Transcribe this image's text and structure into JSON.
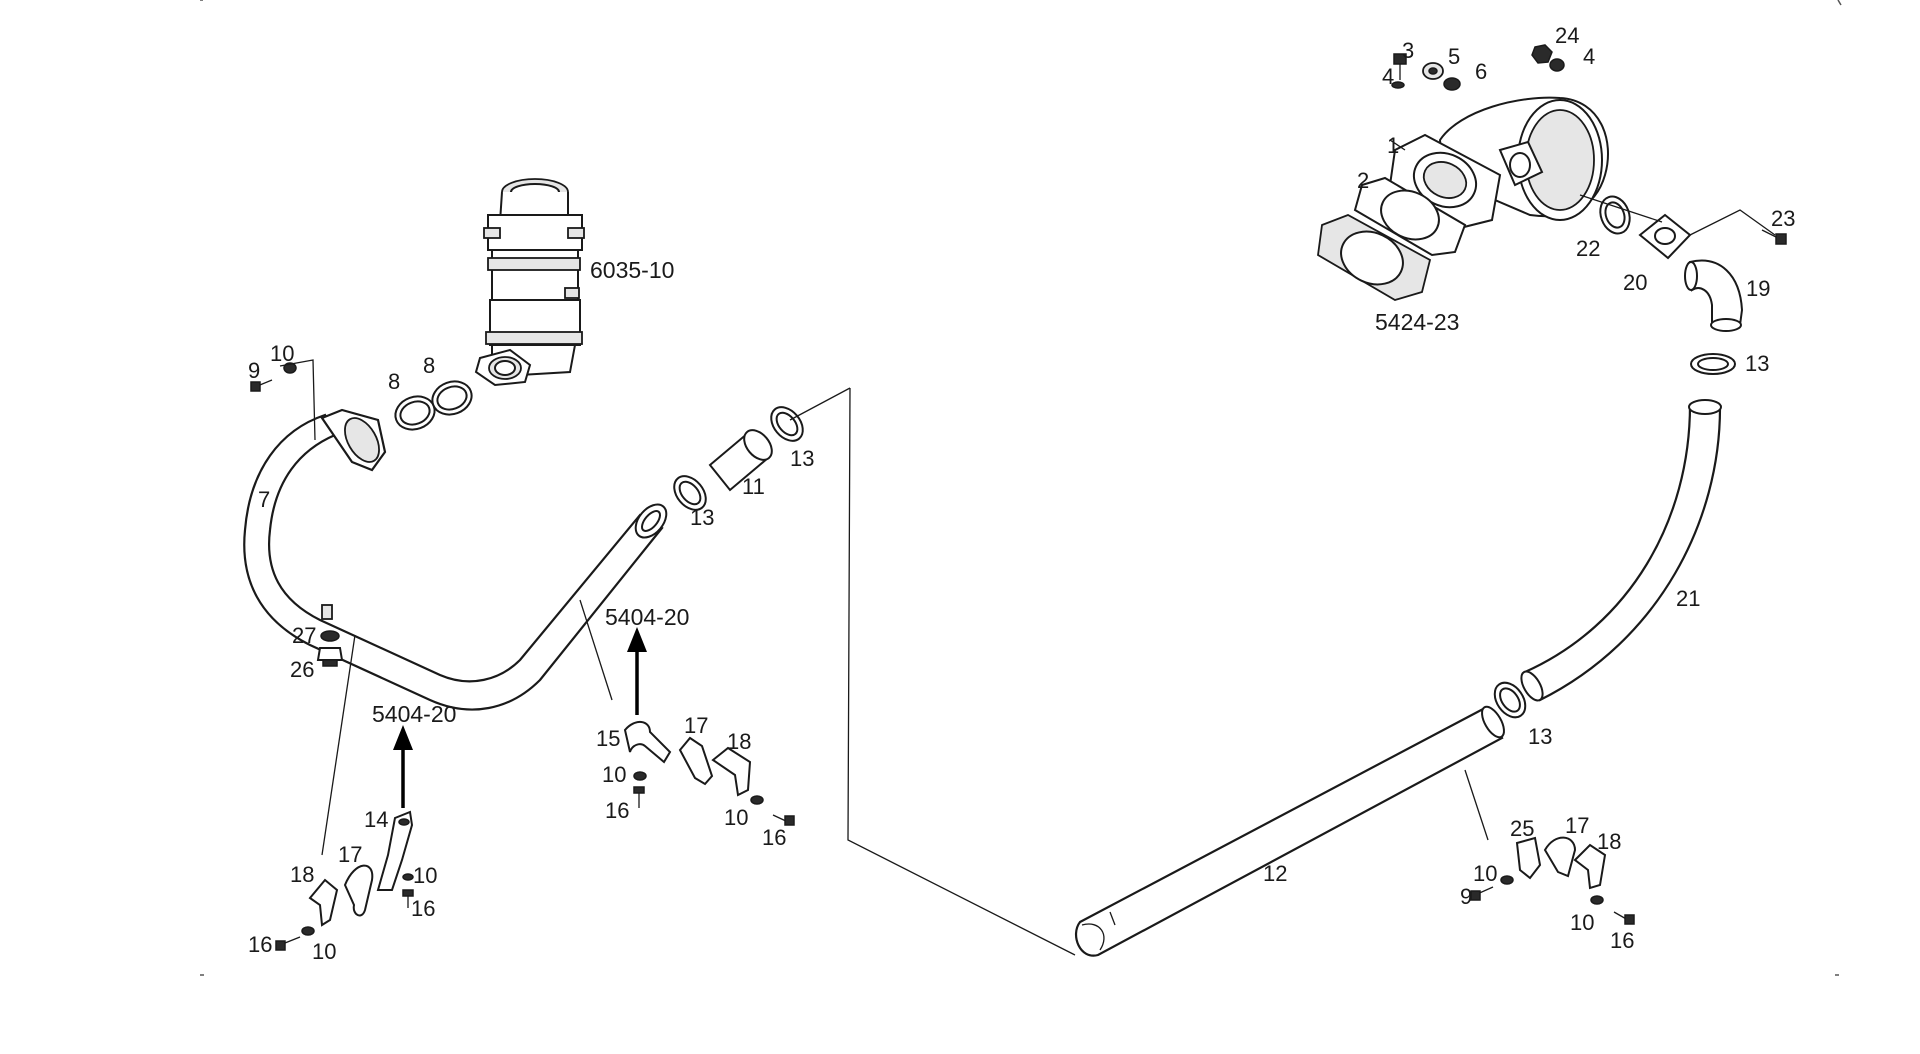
{
  "labels": {
    "l_6035_10": "6035-10",
    "l_5424_23": "5424-23",
    "l_5404_20_a": "5404-20",
    "l_5404_20_b": "5404-20",
    "n1": "1",
    "n2": "2",
    "n3": "3",
    "n4a": "4",
    "n4b": "4",
    "n5": "5",
    "n6": "6",
    "n7": "7",
    "n8a": "8",
    "n8b": "8",
    "n9a": "9",
    "n9b": "9",
    "n10a": "10",
    "n10b": "10",
    "n10c": "10",
    "n10d": "10",
    "n10e": "10",
    "n10f": "10",
    "n10g": "10",
    "n11": "11",
    "n12": "12",
    "n13a": "13",
    "n13b": "13",
    "n13c": "13",
    "n13d": "13",
    "n14": "14",
    "n15": "15",
    "n16a": "16",
    "n16b": "16",
    "n16c": "16",
    "n16d": "16",
    "n16e": "16",
    "n17a": "17",
    "n17b": "17",
    "n17c": "17",
    "n18a": "18",
    "n18b": "18",
    "n18c": "18",
    "n19": "19",
    "n20": "20",
    "n21": "21",
    "n22": "22",
    "n23": "23",
    "n24": "24",
    "n25": "25",
    "n26": "26",
    "n27": "27"
  }
}
